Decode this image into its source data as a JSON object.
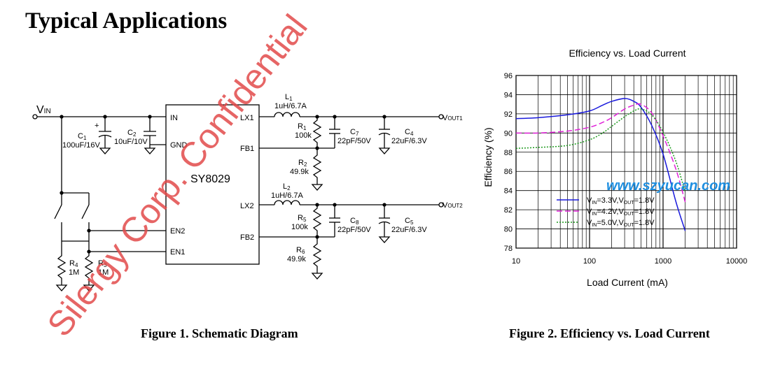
{
  "section_title": "Typical Applications",
  "watermark": "Silergy Corp. Confidential",
  "figure1": {
    "caption": "Figure 1. Schematic Diagram",
    "chip": "SY8029",
    "vin": "V",
    "vin_sub": "IN",
    "pins": {
      "in": "IN",
      "gnd": "GND",
      "en2": "EN2",
      "en1": "EN1",
      "lx1": "LX1",
      "fb1": "FB1",
      "lx2": "LX2",
      "fb2": "FB2"
    },
    "vout1": "V",
    "vout1_sub": "OUT1",
    "vout2": "V",
    "vout2_sub": "OUT2",
    "c1": {
      "name": "C",
      "sub": "1",
      "value": "100uF/16V"
    },
    "c2": {
      "name": "C",
      "sub": "2",
      "value": "10uF/10V"
    },
    "l1": {
      "name": "L",
      "sub": "1",
      "value": "1uH/6.7A"
    },
    "l2": {
      "name": "L",
      "sub": "2",
      "value": "1uH/6.7A"
    },
    "r1": {
      "name": "R",
      "sub": "1",
      "value": "100k"
    },
    "r2": {
      "name": "R",
      "sub": "2",
      "value": "49.9k"
    },
    "r5": {
      "name": "R",
      "sub": "5",
      "value": "100k"
    },
    "r6": {
      "name": "R",
      "sub": "6",
      "value": "49.9k"
    },
    "r4": {
      "name": "R",
      "sub": "4",
      "value": "1M"
    },
    "r3": {
      "name": "R",
      "sub": "3",
      "value": "1M"
    },
    "c7": {
      "name": "C",
      "sub": "7",
      "value": "22pF/50V"
    },
    "c4": {
      "name": "C",
      "sub": "4",
      "value": "22uF/6.3V"
    },
    "c8": {
      "name": "C",
      "sub": "8",
      "value": "22pF/50V"
    },
    "c5": {
      "name": "C",
      "sub": "5",
      "value": "22uF/6.3V"
    },
    "plus": "+"
  },
  "figure2": {
    "caption": "Figure 2. Efficiency vs. Load Current",
    "website": "www.szyucan.com"
  },
  "chart_data": {
    "type": "line",
    "title": "Efficiency vs. Load Current",
    "xlabel": "Load Current (mA)",
    "ylabel": "Efficiency (%)",
    "xscale": "log",
    "xlim": [
      10,
      10000
    ],
    "ylim": [
      78,
      96
    ],
    "xticks": [
      "10",
      "100",
      "1000",
      "10000"
    ],
    "yticks": [
      "78",
      "80",
      "82",
      "84",
      "86",
      "88",
      "90",
      "92",
      "94",
      "96"
    ],
    "grid": true,
    "legend_position": "lower-center",
    "series": [
      {
        "name": "VIN=3.3V,VOUT=1.8V",
        "label_parts": [
          "V",
          "IN",
          "=3.3V,V",
          "OUT",
          "=1.8V"
        ],
        "color": "#1a1adc",
        "dash": "solid",
        "x": [
          10,
          20,
          50,
          100,
          150,
          200,
          300,
          400,
          500,
          700,
          1000,
          1500,
          2000
        ],
        "y": [
          91.5,
          91.6,
          91.9,
          92.3,
          92.9,
          93.3,
          93.6,
          93.3,
          92.7,
          90.8,
          87.8,
          82.8,
          79.8
        ]
      },
      {
        "name": "VIN=4.2V,VOUT=1.8V",
        "label_parts": [
          "V",
          "IN",
          "=4.2V,V",
          "OUT",
          "=1.8V"
        ],
        "color": "#e020d8",
        "dash": "dashed",
        "x": [
          10,
          20,
          50,
          100,
          150,
          200,
          300,
          400,
          500,
          700,
          1000,
          1500,
          2000
        ],
        "y": [
          90.0,
          90.0,
          90.2,
          90.6,
          91.1,
          91.6,
          92.5,
          92.9,
          93.0,
          92.1,
          89.7,
          86.2,
          82.8
        ]
      },
      {
        "name": "VIN=5.0V,VOUT=1.8V",
        "label_parts": [
          "V",
          "IN",
          "=5.0V,V",
          "OUT",
          "=1.8V"
        ],
        "color": "#1f9a1f",
        "dash": "dotted",
        "x": [
          10,
          20,
          50,
          100,
          150,
          200,
          300,
          400,
          500,
          700,
          1000,
          1500,
          2000
        ],
        "y": [
          88.4,
          88.5,
          88.7,
          89.3,
          90.0,
          90.7,
          91.7,
          92.3,
          92.5,
          91.9,
          90.1,
          87.0,
          83.8
        ]
      }
    ]
  }
}
